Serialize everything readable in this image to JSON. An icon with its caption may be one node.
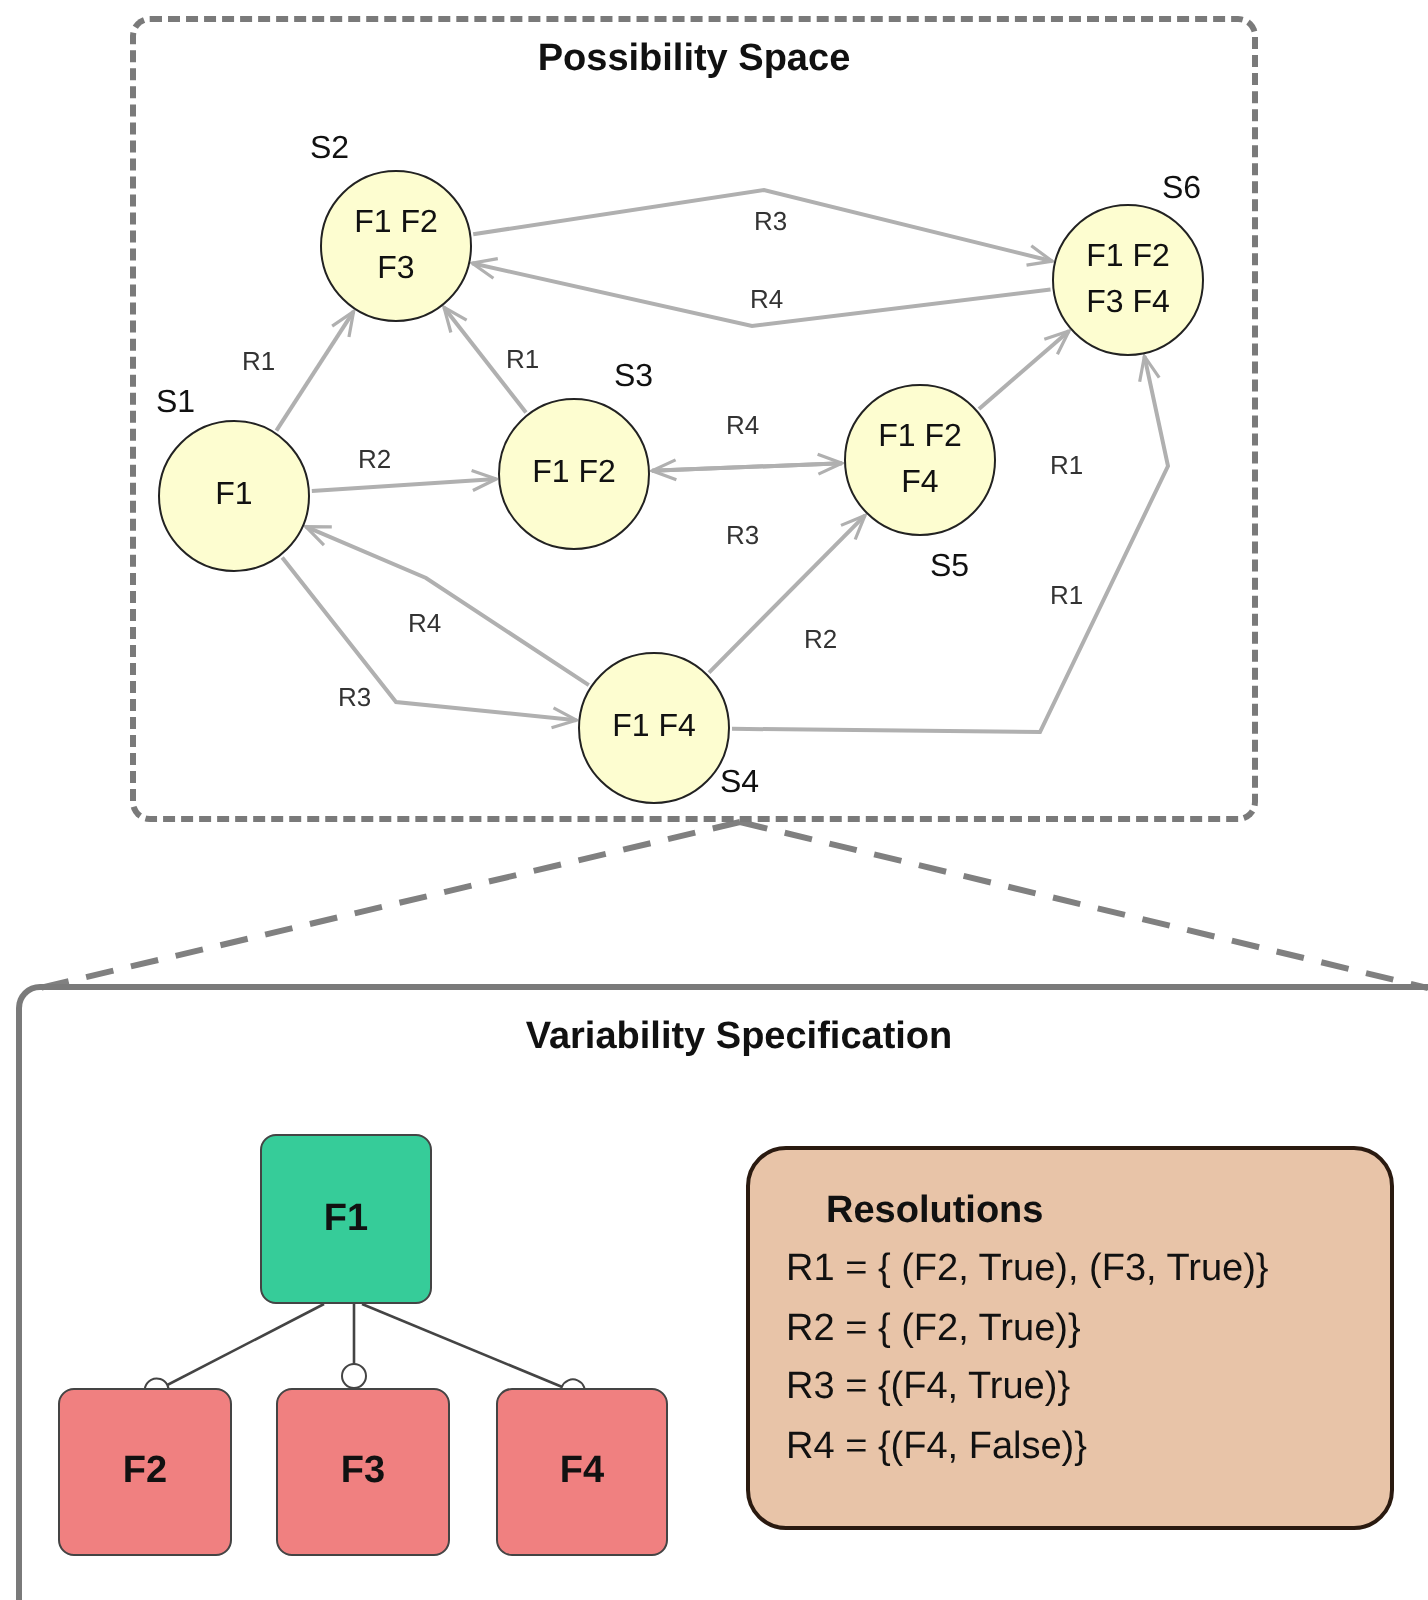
{
  "diagram": {
    "nodes": [
      {
        "text": [
          "Possibility Space"
        ]
      },
      {
        "text": [
          "F1"
        ],
        "beside": [
          "S1"
        ],
        "in": 0
      },
      {
        "text": [
          "F1 F2 F3"
        ],
        "beside": [
          "S2"
        ],
        "in": 0
      },
      {
        "text": [
          "F1 F2"
        ],
        "beside": [
          "S3"
        ],
        "in": 0
      },
      {
        "text": [
          "F1 F4"
        ],
        "beside": [
          "S4"
        ],
        "in": 0
      },
      {
        "text": [
          "F1 F2 F4"
        ],
        "beside": [
          "S5"
        ],
        "in": 0
      },
      {
        "text": [
          "F1 F2 F3 F4"
        ],
        "beside": [
          "S6"
        ],
        "in": 0
      },
      {
        "text": [
          "Variability Specification"
        ]
      },
      {
        "text": [
          "F1"
        ],
        "in": 7
      },
      {
        "text": [
          "F2"
        ],
        "in": 7
      },
      {
        "text": [
          "F3"
        ],
        "in": 7
      },
      {
        "text": [
          "F4"
        ],
        "in": 7
      },
      {
        "text": [
          "Resolutions",
          "R1 = { (F2, True), (F3, True)}",
          "R2 = { (F2, True)}",
          "R3 = {(F4, True)}",
          "R4 = {(F4, False)}"
        ],
        "in": 7
      }
    ],
    "edges": [
      {
        "from": 1,
        "to": 2,
        "arrow": "to",
        "label": "R1"
      },
      {
        "from": 3,
        "to": 2,
        "arrow": "to",
        "label": "R1"
      },
      {
        "from": 2,
        "to": 6,
        "arrow": "to",
        "label": "R3"
      },
      {
        "from": 6,
        "to": 2,
        "arrow": "to",
        "label": "R4"
      },
      {
        "from": 1,
        "to": 3,
        "arrow": "to",
        "label": "R2"
      },
      {
        "from": 5,
        "to": 3,
        "arrow": "to",
        "label": "R4"
      },
      {
        "from": 3,
        "to": 5,
        "arrow": "to",
        "label": "R3"
      },
      {
        "from": 5,
        "to": 6,
        "arrow": "to",
        "label": "R1"
      },
      {
        "from": 4,
        "to": 6,
        "arrow": "to",
        "label": "R1"
      },
      {
        "from": 4,
        "to": 5,
        "arrow": "to",
        "label": "R2"
      },
      {
        "from": 4,
        "to": 1,
        "arrow": "to",
        "label": "R4"
      },
      {
        "from": 1,
        "to": 4,
        "arrow": "to",
        "label": "R3"
      },
      {
        "from": 8,
        "to": 9,
        "arrow": "other",
        "color": "#444444"
      },
      {
        "from": 8,
        "to": 10,
        "arrow": "other",
        "color": "#444444"
      },
      {
        "from": 8,
        "to": 11,
        "arrow": "other",
        "color": "#444444"
      },
      {
        "from": 0,
        "to": 7,
        "arrow": "none",
        "style": "dashed",
        "color": "#808080"
      },
      {
        "from": 0,
        "to": 7,
        "arrow": "none",
        "style": "dashed",
        "color": "#808080"
      }
    ]
  }
}
